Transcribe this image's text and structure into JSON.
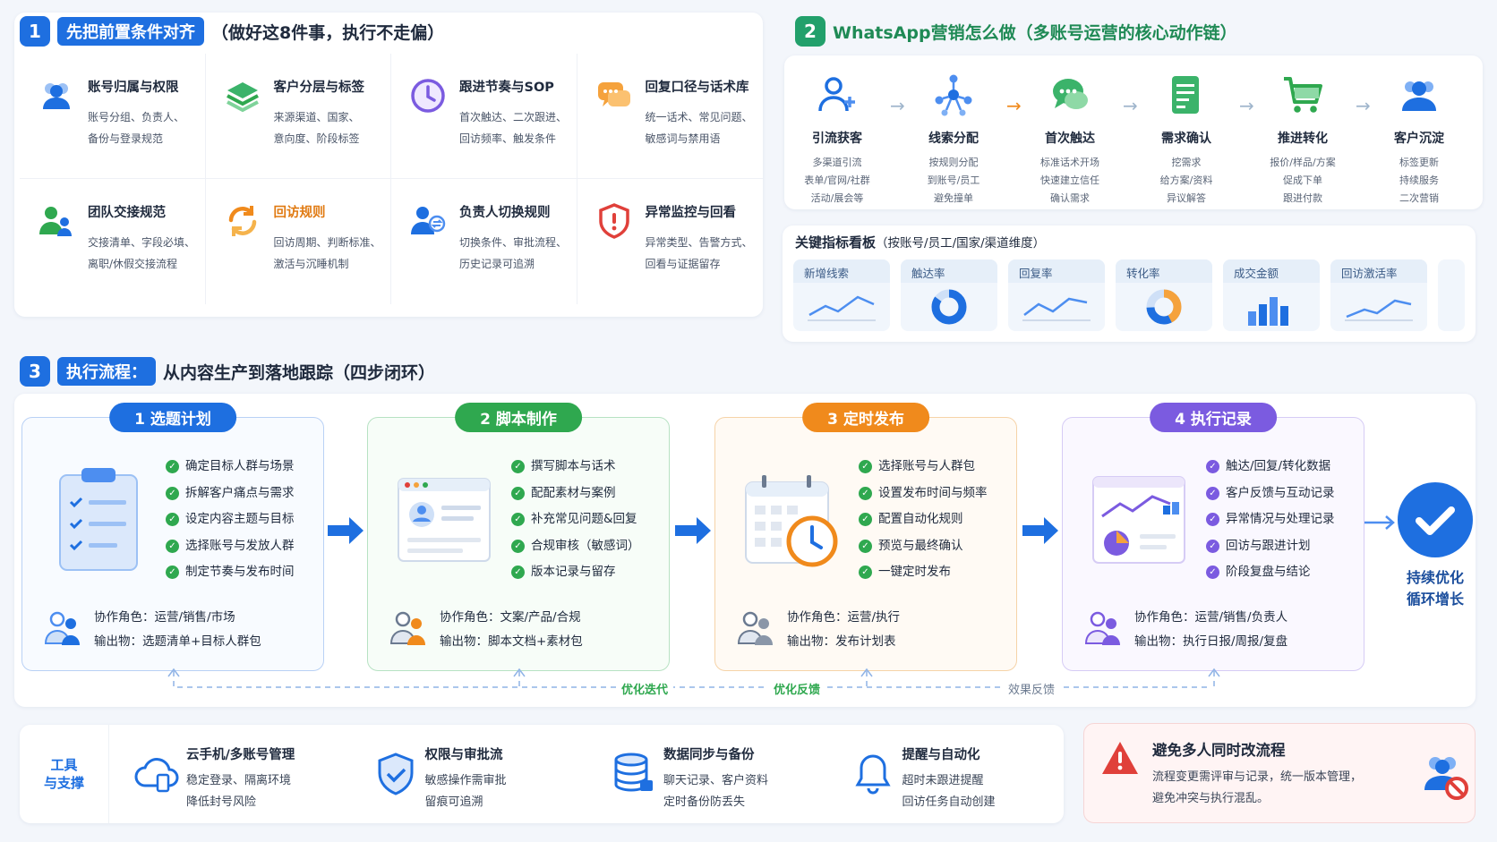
{
  "section1": {
    "num": "1",
    "title": "先把前置条件对齐",
    "subtitle": "（做好这8件事，执行不走偏）",
    "items": [
      {
        "name": "账号归属与权限",
        "desc1": "账号分组、负责人、",
        "desc2": "备份与登录规范",
        "icon": "users-icon"
      },
      {
        "name": "客户分层与标签",
        "desc1": "来源渠道、国家、",
        "desc2": "意向度、阶段标签",
        "icon": "layers-icon"
      },
      {
        "name": "跟进节奏与SOP",
        "desc1": "首次触达、二次跟进、",
        "desc2": "回访频率、触发条件",
        "icon": "clock-icon"
      },
      {
        "name": "回复口径与话术库",
        "desc1": "统一话术、常见问题、",
        "desc2": "敏感词与禁用语",
        "icon": "chat-icon"
      },
      {
        "name": "团队交接规范",
        "desc1": "交接清单、字段必填、",
        "desc2": "离职/休假交接流程",
        "icon": "team-icon"
      },
      {
        "name": "回访规则",
        "desc1": "回访周期、判断标准、",
        "desc2": "激活与沉睡机制",
        "icon": "refresh-icon"
      },
      {
        "name": "负责人切换规则",
        "desc1": "切换条件、审批流程、",
        "desc2": "历史记录可追溯",
        "icon": "user-switch-icon"
      },
      {
        "name": "异常监控与回看",
        "desc1": "异常类型、告警方式、",
        "desc2": "回看与证据留存",
        "icon": "shield-alert-icon"
      }
    ]
  },
  "section2": {
    "num": "2",
    "title": "WhatsApp营销怎么做（多账号运营的核心动作链）",
    "steps": [
      {
        "name": "引流获客",
        "d1": "多渠道引流",
        "d2": "表单/官网/社群",
        "d3": "活动/展会等"
      },
      {
        "name": "线索分配",
        "d1": "按规则分配",
        "d2": "到账号/员工",
        "d3": "避免撞单"
      },
      {
        "name": "首次触达",
        "d1": "标准话术开场",
        "d2": "快速建立信任",
        "d3": "确认需求"
      },
      {
        "name": "需求确认",
        "d1": "挖需求",
        "d2": "给方案/资料",
        "d3": "异议解答"
      },
      {
        "name": "推进转化",
        "d1": "报价/样品/方案",
        "d2": "促成下单",
        "d3": "跟进付款"
      },
      {
        "name": "客户沉淀",
        "d1": "标签更新",
        "d2": "持续服务",
        "d3": "二次营销"
      }
    ]
  },
  "kpi": {
    "title": "关键指标看板",
    "subtitle": "（按账号/员工/国家/渠道维度）",
    "items": [
      "新增线索",
      "触达率",
      "回复率",
      "转化率",
      "成交金额",
      "回访激活率"
    ]
  },
  "section3": {
    "num": "3",
    "title": "执行流程：",
    "subtitle": "从内容生产到落地跟踪（四步闭环）",
    "stages": [
      {
        "head": "1  选题计划",
        "items": [
          "确定目标人群与场景",
          "拆解客户痛点与需求",
          "设定内容主题与目标",
          "选择账号与发放人群",
          "制定节奏与发布时间"
        ],
        "role": "协作角色：运营/销售/市场",
        "output": "输出物：选题清单+目标人群包",
        "color": "#1e6fe0"
      },
      {
        "head": "2  脚本制作",
        "items": [
          "撰写脚本与话术",
          "配配素材与案例",
          "补充常见问题&回复",
          "合规审核（敏感词）",
          "版本记录与留存"
        ],
        "role": "协作角色：文案/产品/合规",
        "output": "输出物：脚本文档+素材包",
        "color": "#2fa84f"
      },
      {
        "head": "3  定时发布",
        "items": [
          "选择账号与人群包",
          "设置发布时间与频率",
          "配置自动化规则",
          "预览与最终确认",
          "一键定时发布"
        ],
        "role": "协作角色：运营/执行",
        "output": "输出物：发布计划表",
        "color": "#f08a1c"
      },
      {
        "head": "4  执行记录",
        "items": [
          "触达/回复/转化数据",
          "客户反馈与互动记录",
          "异常情况与处理记录",
          "回访与跟进计划",
          "阶段复盘与结论"
        ],
        "role": "协作角色：运营/销售/负责人",
        "output": "输出物：执行日报/周报/复盘",
        "color": "#7b5be0"
      }
    ],
    "final": {
      "l1": "持续优化",
      "l2": "循环增长"
    },
    "feedback": [
      "优化迭代",
      "优化反馈",
      "效果反馈"
    ]
  },
  "support": {
    "label1": "工具",
    "label2": "与支撑",
    "items": [
      {
        "name": "云手机/多账号管理",
        "d1": "稳定登录、隔离环境",
        "d2": "降低封号风险"
      },
      {
        "name": "权限与审批流",
        "d1": "敏感操作需审批",
        "d2": "留痕可追溯"
      },
      {
        "name": "数据同步与备份",
        "d1": "聊天记录、客户资料",
        "d2": "定时备份防丢失"
      },
      {
        "name": "提醒与自动化",
        "d1": "超时未跟进提醒",
        "d2": "回访任务自动创建"
      }
    ]
  },
  "warning": {
    "title": "避免多人同时改流程",
    "d1": "流程变更需评审与记录，统一版本管理，",
    "d2": "避免冲突与执行混乱。"
  }
}
